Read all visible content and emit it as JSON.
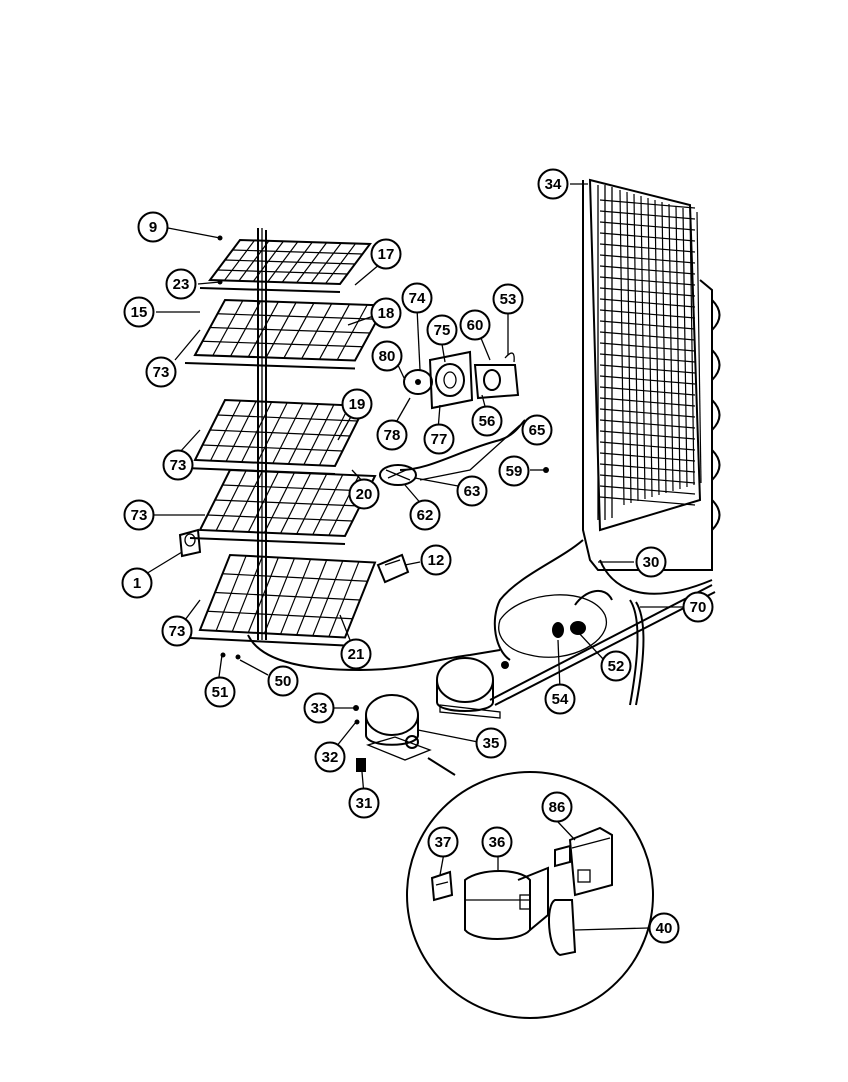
{
  "diagram": {
    "callouts": [
      "9",
      "23",
      "15",
      "73",
      "73",
      "73",
      "73",
      "1",
      "17",
      "18",
      "19",
      "20",
      "21",
      "12",
      "51",
      "50",
      "74",
      "75",
      "60",
      "53",
      "80",
      "78",
      "77",
      "56",
      "65",
      "63",
      "62",
      "59",
      "34",
      "30",
      "70",
      "52",
      "54",
      "33",
      "32",
      "31",
      "35",
      "37",
      "36",
      "86",
      "40"
    ]
  }
}
